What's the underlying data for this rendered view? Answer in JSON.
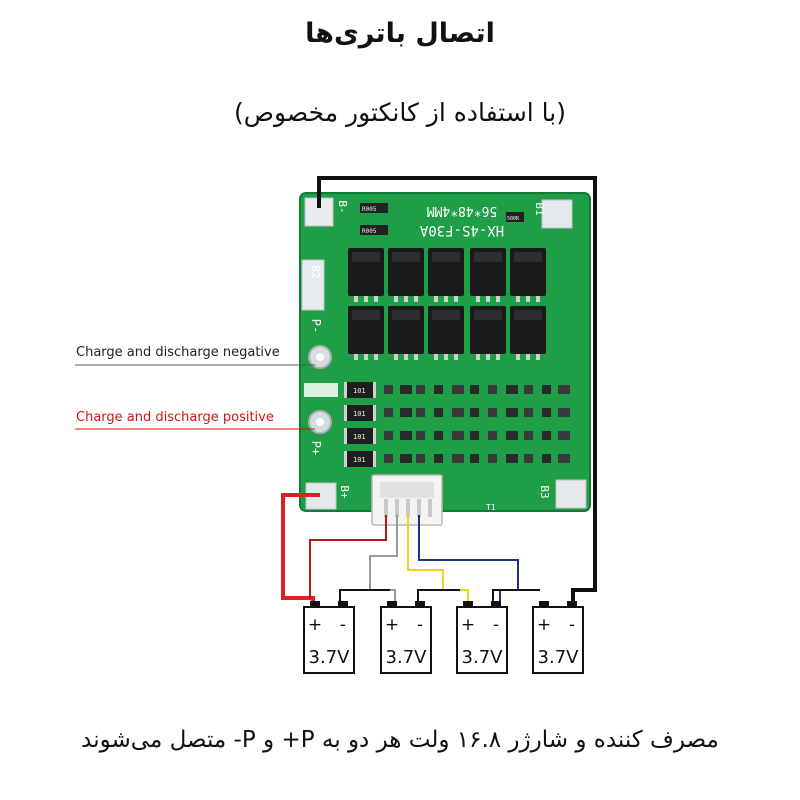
{
  "title": "اتصال باتری‌ها",
  "subtitle": "(با استفاده از کانکتور مخصوص)",
  "footer": "مصرف کننده و شارژر ۱۶.۸ ولت هر دو به P+ و P- متصل می‌شوند",
  "labels": {
    "negative": "Charge and discharge negative",
    "positive": "Charge and discharge positive"
  },
  "board": {
    "model": "HX-4S-F30A",
    "code": "56*48*4MM",
    "pads": {
      "b_minus": "B-",
      "b1": "B1",
      "b2": "B2",
      "p_minus": "P-",
      "p_plus": "P+",
      "b_plus": "B+",
      "b3": "B3",
      "t1": "T1"
    },
    "resistor_top": "R005",
    "resistor_mid": "500R",
    "resistor_bottom": "R005",
    "chip_label": "101"
  },
  "cells": [
    {
      "plus": "+",
      "minus": "-",
      "voltage": "3.7V"
    },
    {
      "plus": "+",
      "minus": "-",
      "voltage": "3.7V"
    },
    {
      "plus": "+",
      "minus": "-",
      "voltage": "3.7V"
    },
    {
      "plus": "+",
      "minus": "-",
      "voltage": "3.7V"
    }
  ],
  "colors": {
    "board": "#1f9e48",
    "board_dark": "#157a36",
    "wire_black": "#111111",
    "wire_red": "#e02020",
    "wire_dark_red": "#b01818",
    "wire_gray": "#9a9a9a",
    "wire_yellow": "#f2d21e",
    "wire_blue": "#1f2f8a",
    "label_red": "#d21414"
  }
}
